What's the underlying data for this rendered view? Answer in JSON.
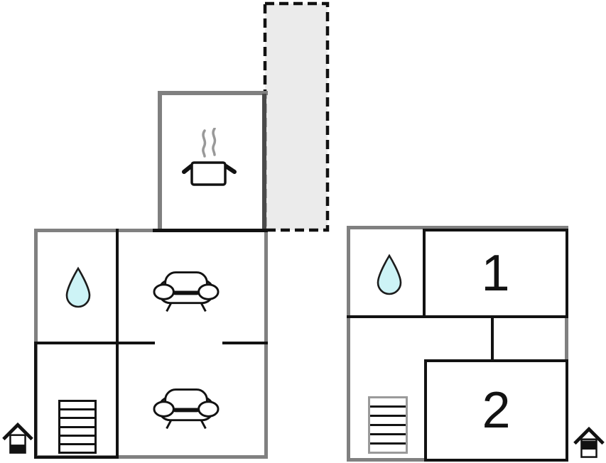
{
  "title": "holiday-home-floor-plan",
  "colors": {
    "outer_wall": "#808080",
    "inner_wall": "#121212",
    "terrace_fill": "#ebebeb",
    "terrace_border": "#111111",
    "water_drop_fill": "#cdf3f6",
    "steam": "#999999",
    "background": "#ffffff"
  },
  "rooms": {
    "room1_label": "1",
    "room2_label": "2"
  },
  "floors": [
    {
      "name": "ground-floor",
      "features": [
        "terrace-dashed-area",
        "kitchen-with-cooking-pot",
        "bathroom-water-drop",
        "living-room-sofa",
        "lounge-sofa",
        "staircase",
        "entrance-house-marker"
      ]
    },
    {
      "name": "upper-floor",
      "features": [
        "bathroom-water-drop",
        "bedroom-1",
        "bedroom-2",
        "staircase",
        "entrance-house-marker"
      ]
    }
  ],
  "icons": {
    "cooking_pot": "cooking-pot-icon",
    "water_drop": "water-drop-icon",
    "sofa": "sofa-icon",
    "stairs": "stairs-icon",
    "entrance": "entrance-house-icon"
  }
}
